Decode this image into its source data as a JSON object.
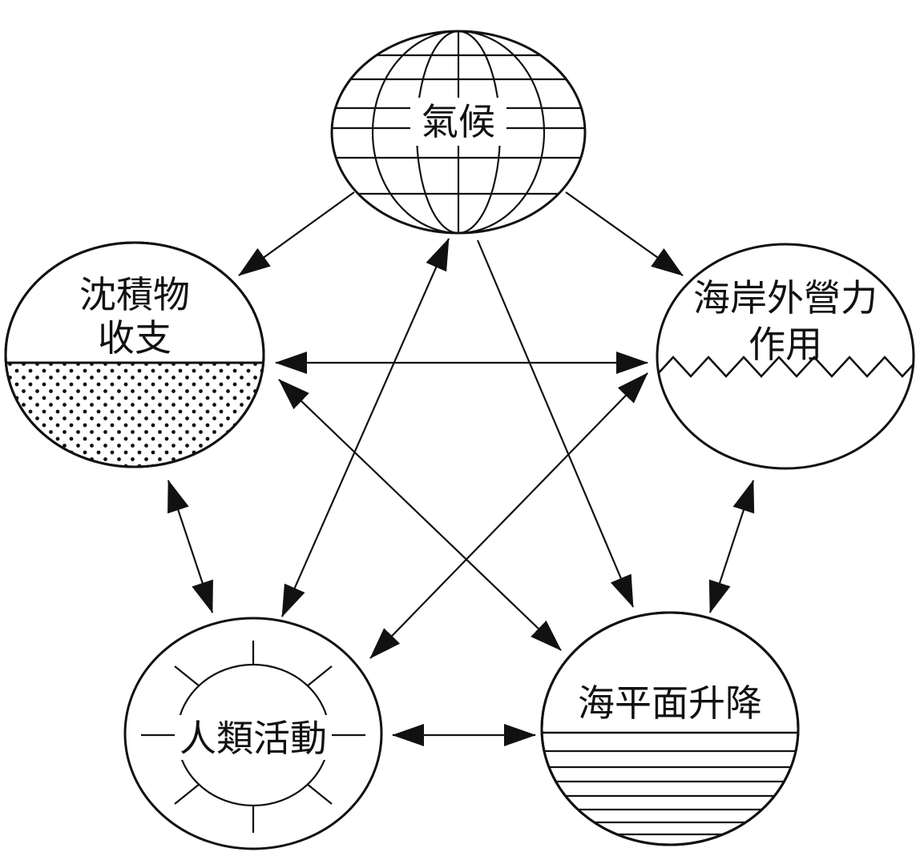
{
  "nodes": {
    "climate": {
      "label": "氣候"
    },
    "sediment": {
      "line1": "沈積物",
      "line2": "收支"
    },
    "coastal": {
      "line1": "海岸外營力",
      "line2": "作用"
    },
    "human": {
      "label": "人類活動"
    },
    "sealevel": {
      "label": "海平面升降"
    }
  },
  "edges": [
    {
      "from": "climate",
      "to": "sediment",
      "direction": "one-way"
    },
    {
      "from": "climate",
      "to": "coastal",
      "direction": "one-way"
    },
    {
      "from": "climate",
      "to": "sealevel",
      "direction": "one-way"
    },
    {
      "from": "climate",
      "to": "human",
      "direction": "two-way"
    },
    {
      "from": "sediment",
      "to": "coastal",
      "direction": "two-way"
    },
    {
      "from": "sediment",
      "to": "human",
      "direction": "two-way"
    },
    {
      "from": "sediment",
      "to": "sealevel",
      "direction": "two-way"
    },
    {
      "from": "coastal",
      "to": "human",
      "direction": "two-way"
    },
    {
      "from": "coastal",
      "to": "sealevel",
      "direction": "two-way"
    },
    {
      "from": "human",
      "to": "sealevel",
      "direction": "two-way"
    }
  ],
  "colors": {
    "ink": "#111111",
    "background": "#ffffff"
  }
}
